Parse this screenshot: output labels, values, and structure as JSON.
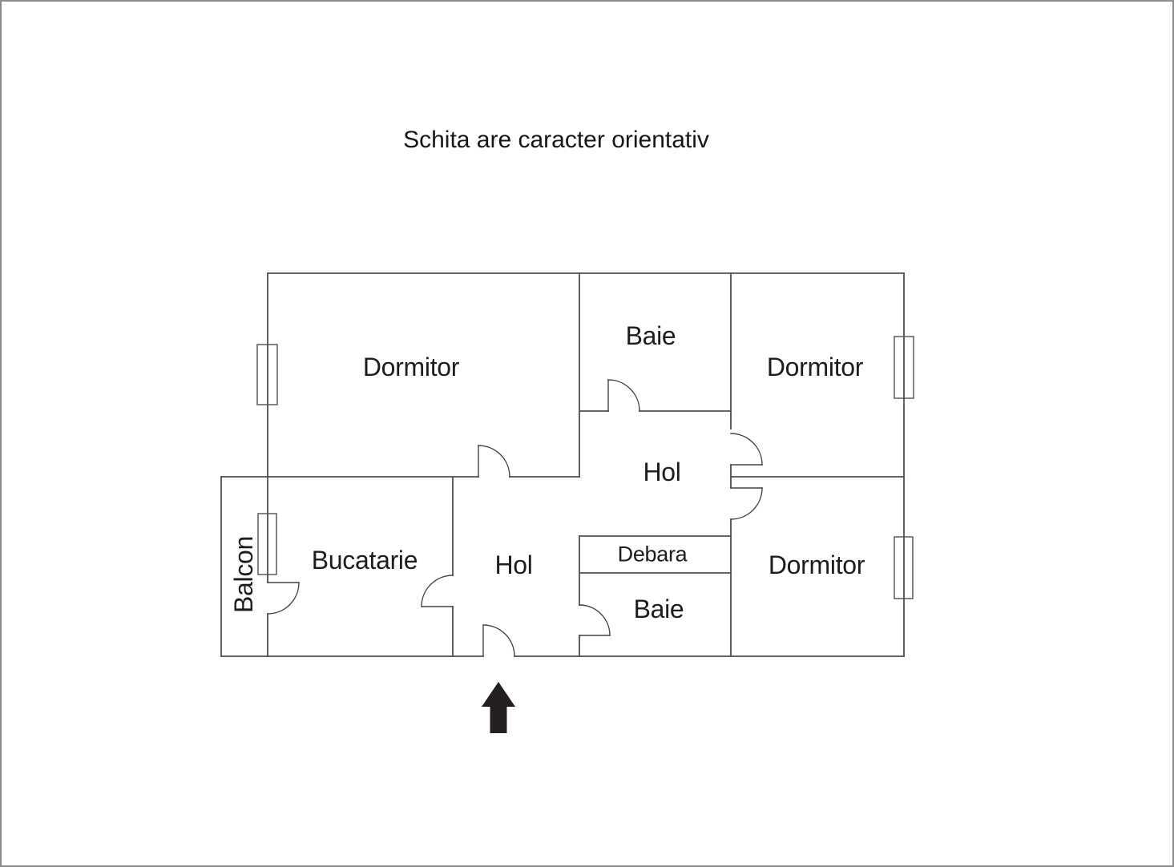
{
  "page": {
    "title": "Schita are caracter orientativ"
  },
  "floorplan": {
    "rooms": {
      "dormitor_tl": {
        "label": "Dormitor"
      },
      "baie_top": {
        "label": "Baie"
      },
      "dormitor_tr": {
        "label": "Dormitor"
      },
      "hol_mid": {
        "label": "Hol"
      },
      "bucatarie": {
        "label": "Bucatarie"
      },
      "hol_low": {
        "label": "Hol"
      },
      "debara": {
        "label": "Debara"
      },
      "baie_low": {
        "label": "Baie"
      },
      "dormitor_br": {
        "label": "Dormitor"
      },
      "balcon": {
        "label": "Balcon"
      }
    },
    "entrance_arrow_direction": "up",
    "colors": {
      "wall": "#4e4f51",
      "text": "#1d1d1f",
      "arrow": "#231f20",
      "canvas_border": "#8c8c8c"
    }
  }
}
